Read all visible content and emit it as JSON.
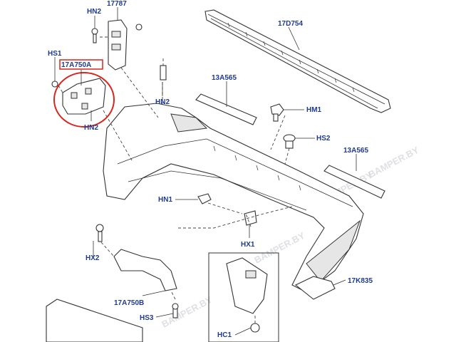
{
  "diagram": {
    "labels": {
      "p17787": "17787",
      "hn2_top": "HN2",
      "hs1": "HS1",
      "p17a750a": "17A750A",
      "hn2_mid": "HN2",
      "hn2_left": "HN2",
      "p17d754": "17D754",
      "p13a565_top": "13A565",
      "hm1": "HM1",
      "hs2": "HS2",
      "p13a565_right": "13A565",
      "hn1": "HN1",
      "hx1": "HX1",
      "hx2": "HX2",
      "p17a750b": "17A750B",
      "hs3": "HS3",
      "p17k835": "17K835",
      "hc1": "HC1"
    },
    "watermark": "BAMPER.BY",
    "highlight_color": "#d9251d",
    "label_color": "#1f3a93"
  }
}
